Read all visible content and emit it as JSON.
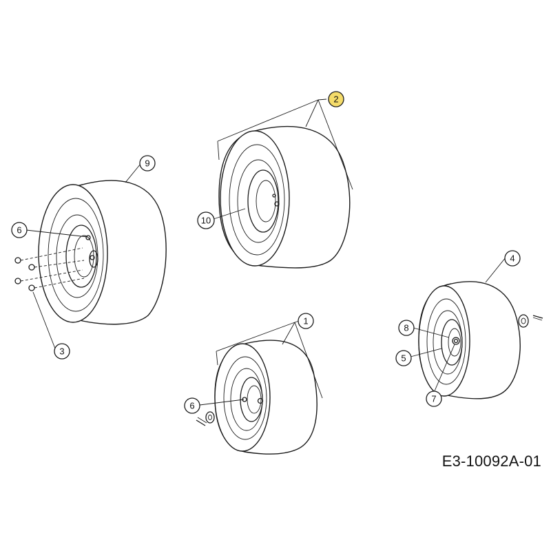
{
  "callouts": [
    {
      "id": "c1",
      "text": "1"
    },
    {
      "id": "c2",
      "text": "2",
      "fill": "#f5dc6a"
    },
    {
      "id": "c3",
      "text": "3"
    },
    {
      "id": "c4",
      "text": "4"
    },
    {
      "id": "c5",
      "text": "5"
    },
    {
      "id": "c6a",
      "text": "6"
    },
    {
      "id": "c6b",
      "text": "6"
    },
    {
      "id": "c7",
      "text": "7"
    },
    {
      "id": "c8",
      "text": "8"
    },
    {
      "id": "c9",
      "text": "9"
    },
    {
      "id": "c10",
      "text": "10"
    }
  ],
  "drawing_code": "E3-10092A-01",
  "colors": {
    "line": "#1a1a1a",
    "highlight": "#f5dc6a",
    "background": "#ffffff"
  }
}
